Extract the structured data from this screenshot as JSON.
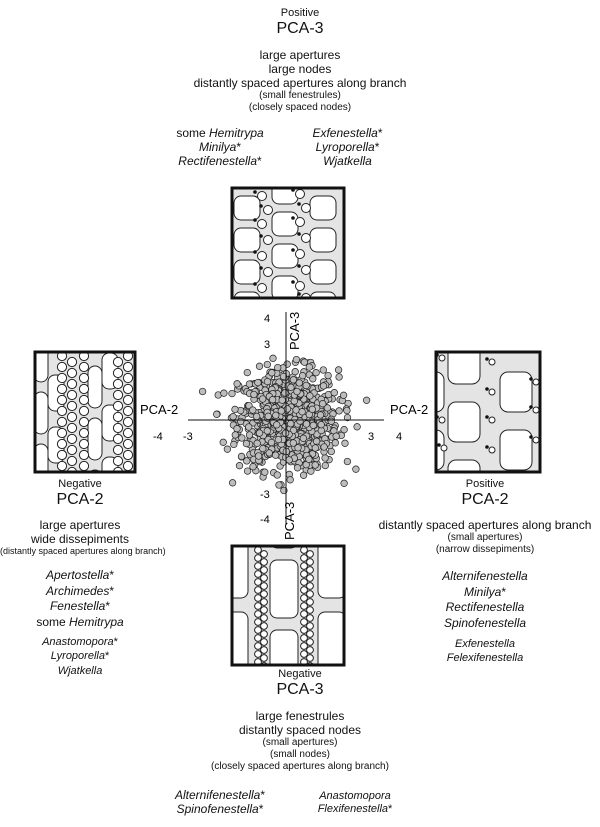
{
  "top": {
    "sign": "Positive",
    "axis": "PCA-3",
    "traits": [
      "large apertures",
      "large nodes",
      "distantly spaced apertures along branch"
    ],
    "minor_traits": [
      "(small fenestrules)",
      "(closely spaced nodes)"
    ],
    "taxa_left": [
      {
        "prefix": "some ",
        "name": "Hemitrypa",
        "suffix": ""
      },
      {
        "prefix": "",
        "name": "Minilya",
        "suffix": "*"
      },
      {
        "prefix": "",
        "name": "Rectifenestella",
        "suffix": "*"
      }
    ],
    "taxa_right": [
      {
        "prefix": "",
        "name": "Exfenestella",
        "suffix": "*"
      },
      {
        "prefix": "",
        "name": "Lyroporella",
        "suffix": "*"
      },
      {
        "prefix": "",
        "name": "Wjatkella",
        "suffix": ""
      }
    ]
  },
  "left": {
    "sign": "Negative",
    "axis": "PCA-2",
    "traits": [
      "large apertures",
      "wide dissepiments"
    ],
    "minor_traits": [
      "(distantly spaced apertures along branch)"
    ],
    "taxa_group1": [
      {
        "prefix": "",
        "name": "Apertostella",
        "suffix": "*"
      },
      {
        "prefix": "",
        "name": "Archimedes",
        "suffix": "*"
      },
      {
        "prefix": "",
        "name": "Fenestella",
        "suffix": "*"
      },
      {
        "prefix": "some ",
        "name": "Hemitrypa",
        "suffix": ""
      }
    ],
    "taxa_group2": [
      {
        "prefix": "",
        "name": "Anastomopora",
        "suffix": "*"
      },
      {
        "prefix": "",
        "name": "Lyroporella",
        "suffix": "*"
      },
      {
        "prefix": "",
        "name": "Wjatkella",
        "suffix": ""
      }
    ]
  },
  "right": {
    "sign": "Positive",
    "axis": "PCA-2",
    "traits": [
      "distantly spaced apertures along branch"
    ],
    "minor_traits": [
      "(small apertures)",
      "(narrow dissepiments)"
    ],
    "taxa_group1": [
      {
        "prefix": "",
        "name": "Alternifenestella",
        "suffix": ""
      },
      {
        "prefix": "",
        "name": "Minilya",
        "suffix": "*"
      },
      {
        "prefix": "",
        "name": "Rectifenestella",
        "suffix": ""
      },
      {
        "prefix": "",
        "name": "Spinofenestella",
        "suffix": ""
      }
    ],
    "taxa_group2": [
      {
        "prefix": "",
        "name": "Exfenestella",
        "suffix": ""
      },
      {
        "prefix": "",
        "name": "Felexifenestella",
        "suffix": ""
      }
    ]
  },
  "bottom": {
    "sign": "Negative",
    "axis": "PCA-3",
    "traits": [
      "large fenestrules",
      "distantly spaced nodes"
    ],
    "minor_traits": [
      "(small apertures)",
      "(small nodes)",
      "(closely spaced apertures along branch)"
    ],
    "taxa_left": [
      {
        "prefix": "",
        "name": "Alternifenestella",
        "suffix": "*"
      },
      {
        "prefix": "",
        "name": "Spinofenestella",
        "suffix": "*"
      }
    ],
    "taxa_right": [
      {
        "prefix": "",
        "name": "Anastomopora",
        "suffix": ""
      },
      {
        "prefix": "",
        "name": "Flexifenestella",
        "suffix": "*"
      }
    ]
  },
  "scatter": {
    "x_axis_label": "PCA-2",
    "y_axis_label": "PCA-3",
    "x_ticks": [
      "-4",
      "-3",
      "3",
      "4"
    ],
    "y_ticks": [
      "4",
      "3",
      "-3",
      "-4"
    ],
    "point_fill": "#bdbdbd",
    "point_stroke": "#222222"
  }
}
